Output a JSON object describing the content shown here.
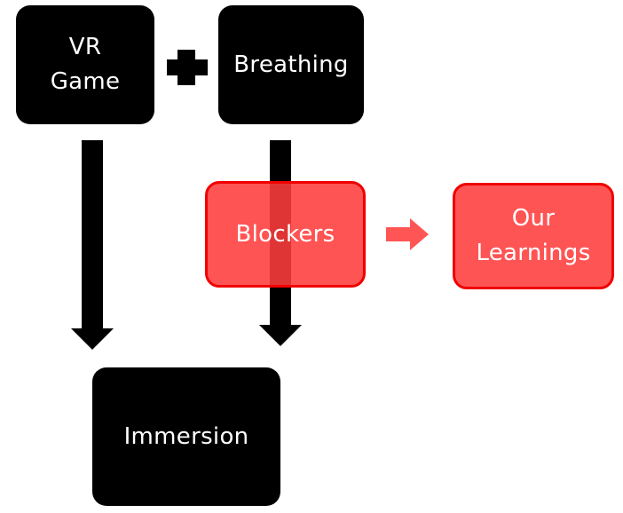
{
  "diagram": {
    "nodes": {
      "vr_game": "VR\nGame",
      "breathing": "Breathing",
      "blockers": "Blockers",
      "our_learnings": "Our\nLearnings",
      "immersion": "Immersion"
    },
    "operator_symbol": "plus-icon",
    "colors": {
      "node_dark": "#000000",
      "node_highlight": "#ff3c3c",
      "highlight_border": "#f00000",
      "arrow_highlight": "#ff5555",
      "text": "#ffffff"
    }
  }
}
